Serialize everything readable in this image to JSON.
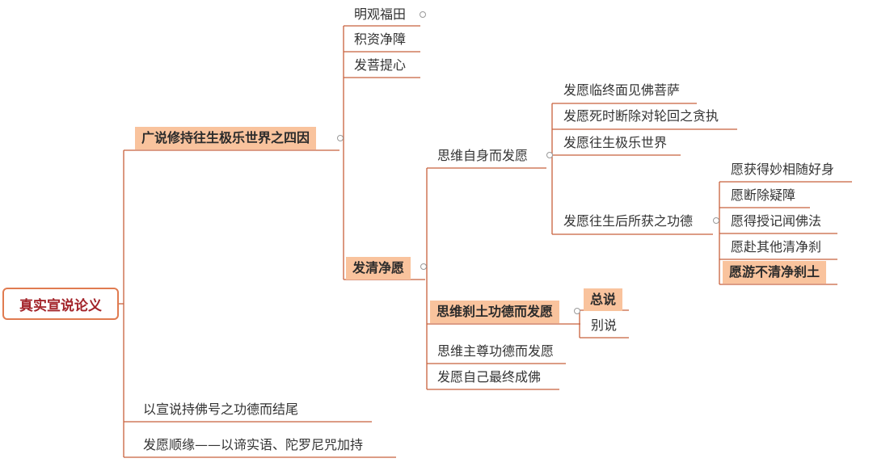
{
  "root": "真实宣说论义",
  "branch1": {
    "label": "广说修持往生极乐世界之四因",
    "children": [
      "明观福田",
      "积资净障",
      "发菩提心"
    ],
    "child4": {
      "label": "发清净愿",
      "sub1": {
        "label": "思维自身而发愿",
        "items": [
          "发愿临终面见佛菩萨",
          "发愿死时断除对轮回之贪执",
          "发愿往生极乐世界"
        ],
        "item4": {
          "label": "发愿往生后所获之功德",
          "items": [
            "愿获得妙相随好身",
            "愿断除疑障",
            "愿得授记闻佛法",
            "愿赴其他清净刹",
            "愿游不清净刹土"
          ]
        }
      },
      "sub2": {
        "label": "思维刹土功德而发愿",
        "items": [
          "总说",
          "别说"
        ]
      },
      "sub3": "思维主尊功德而发愿",
      "sub4": "发愿自己最终成佛"
    }
  },
  "branch2": "以宣说持佛号之功德而结尾",
  "branch3": "发愿顺缘——以谛实语、陀罗尼咒加持",
  "colors": {
    "line": "#c8603c",
    "highlight": "#f9c39d",
    "root_text": "#a3242a"
  }
}
